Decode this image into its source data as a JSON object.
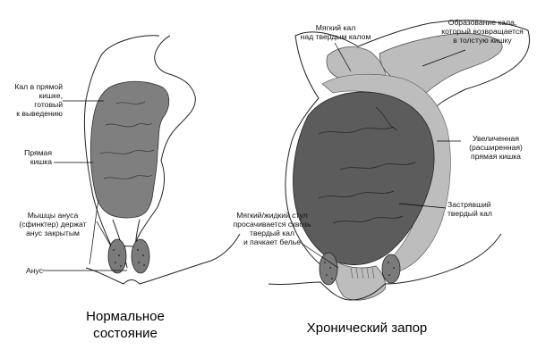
{
  "colors": {
    "stool_hard": "#5c5c5c",
    "stool_normal": "#7f7f7f",
    "stool_soft": "#bdbdbd",
    "muscle": "#7a7a7a",
    "outline": "#222222"
  },
  "normal": {
    "labels": {
      "stool": "Кал в прямой\nкишке,\nготовый\nк выведению",
      "rectum": "Прямая\nкишка",
      "muscles": "Мышцы ануса\n(сфинктер) держат\nанус закрытым",
      "anus": "Анус"
    },
    "caption": "Нормальное\nсостояние"
  },
  "constipation": {
    "labels": {
      "soft_over_hard": "Мягкий кал\nнад твердым калом",
      "returning": "Образование кала,\nкоторый возвращается\nв толстую кишку",
      "enlarged": "Увеличенная\n(расширенная)\nпрямая кишка",
      "stuck": "Застрявший\nтвердый кал",
      "leakage": "Мягкий/жидкий стул\nпросачивается сквозь\nтвердый кал\nи пачкает белье"
    },
    "caption": "Хронический запор"
  }
}
